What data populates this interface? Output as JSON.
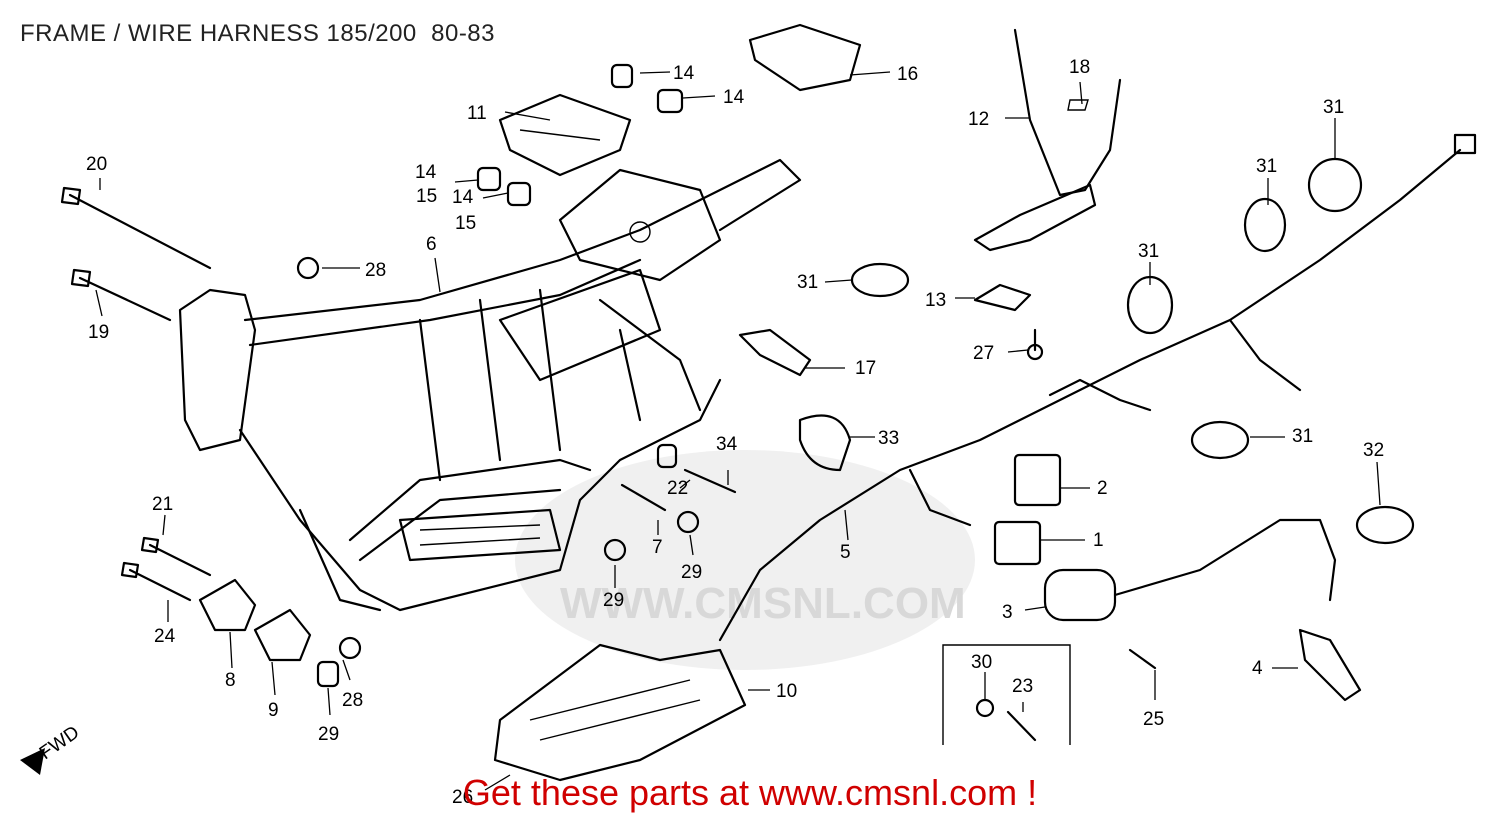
{
  "title": "FRAME / WIRE HARNESS 185/200  80-83",
  "watermark": "WWW.CMSNL.COM",
  "fwd_label": "FWD",
  "footer": "Get these parts at www.cmsnl.com !",
  "callouts": {
    "c1": "1",
    "c2": "2",
    "c3": "3",
    "c4": "4",
    "c5": "5",
    "c6": "6",
    "c7": "7",
    "c8": "8",
    "c9": "9",
    "c10": "10",
    "c11": "11",
    "c12": "12",
    "c13": "13",
    "c14a": "14",
    "c14b": "14",
    "c14c": "14",
    "c14d": "14",
    "c15a": "15",
    "c15b": "15",
    "c16": "16",
    "c17": "17",
    "c18": "18",
    "c19": "19",
    "c20": "20",
    "c21": "21",
    "c22": "22",
    "c23": "23",
    "c24": "24",
    "c25": "25",
    "c26": "26",
    "c27": "27",
    "c28a": "28",
    "c28b": "28",
    "c29a": "29",
    "c29b": "29",
    "c29c": "29",
    "c30": "30",
    "c31a": "31",
    "c31b": "31",
    "c31c": "31",
    "c31d": "31",
    "c31e": "31",
    "c32": "32",
    "c33": "33",
    "c34": "34"
  }
}
